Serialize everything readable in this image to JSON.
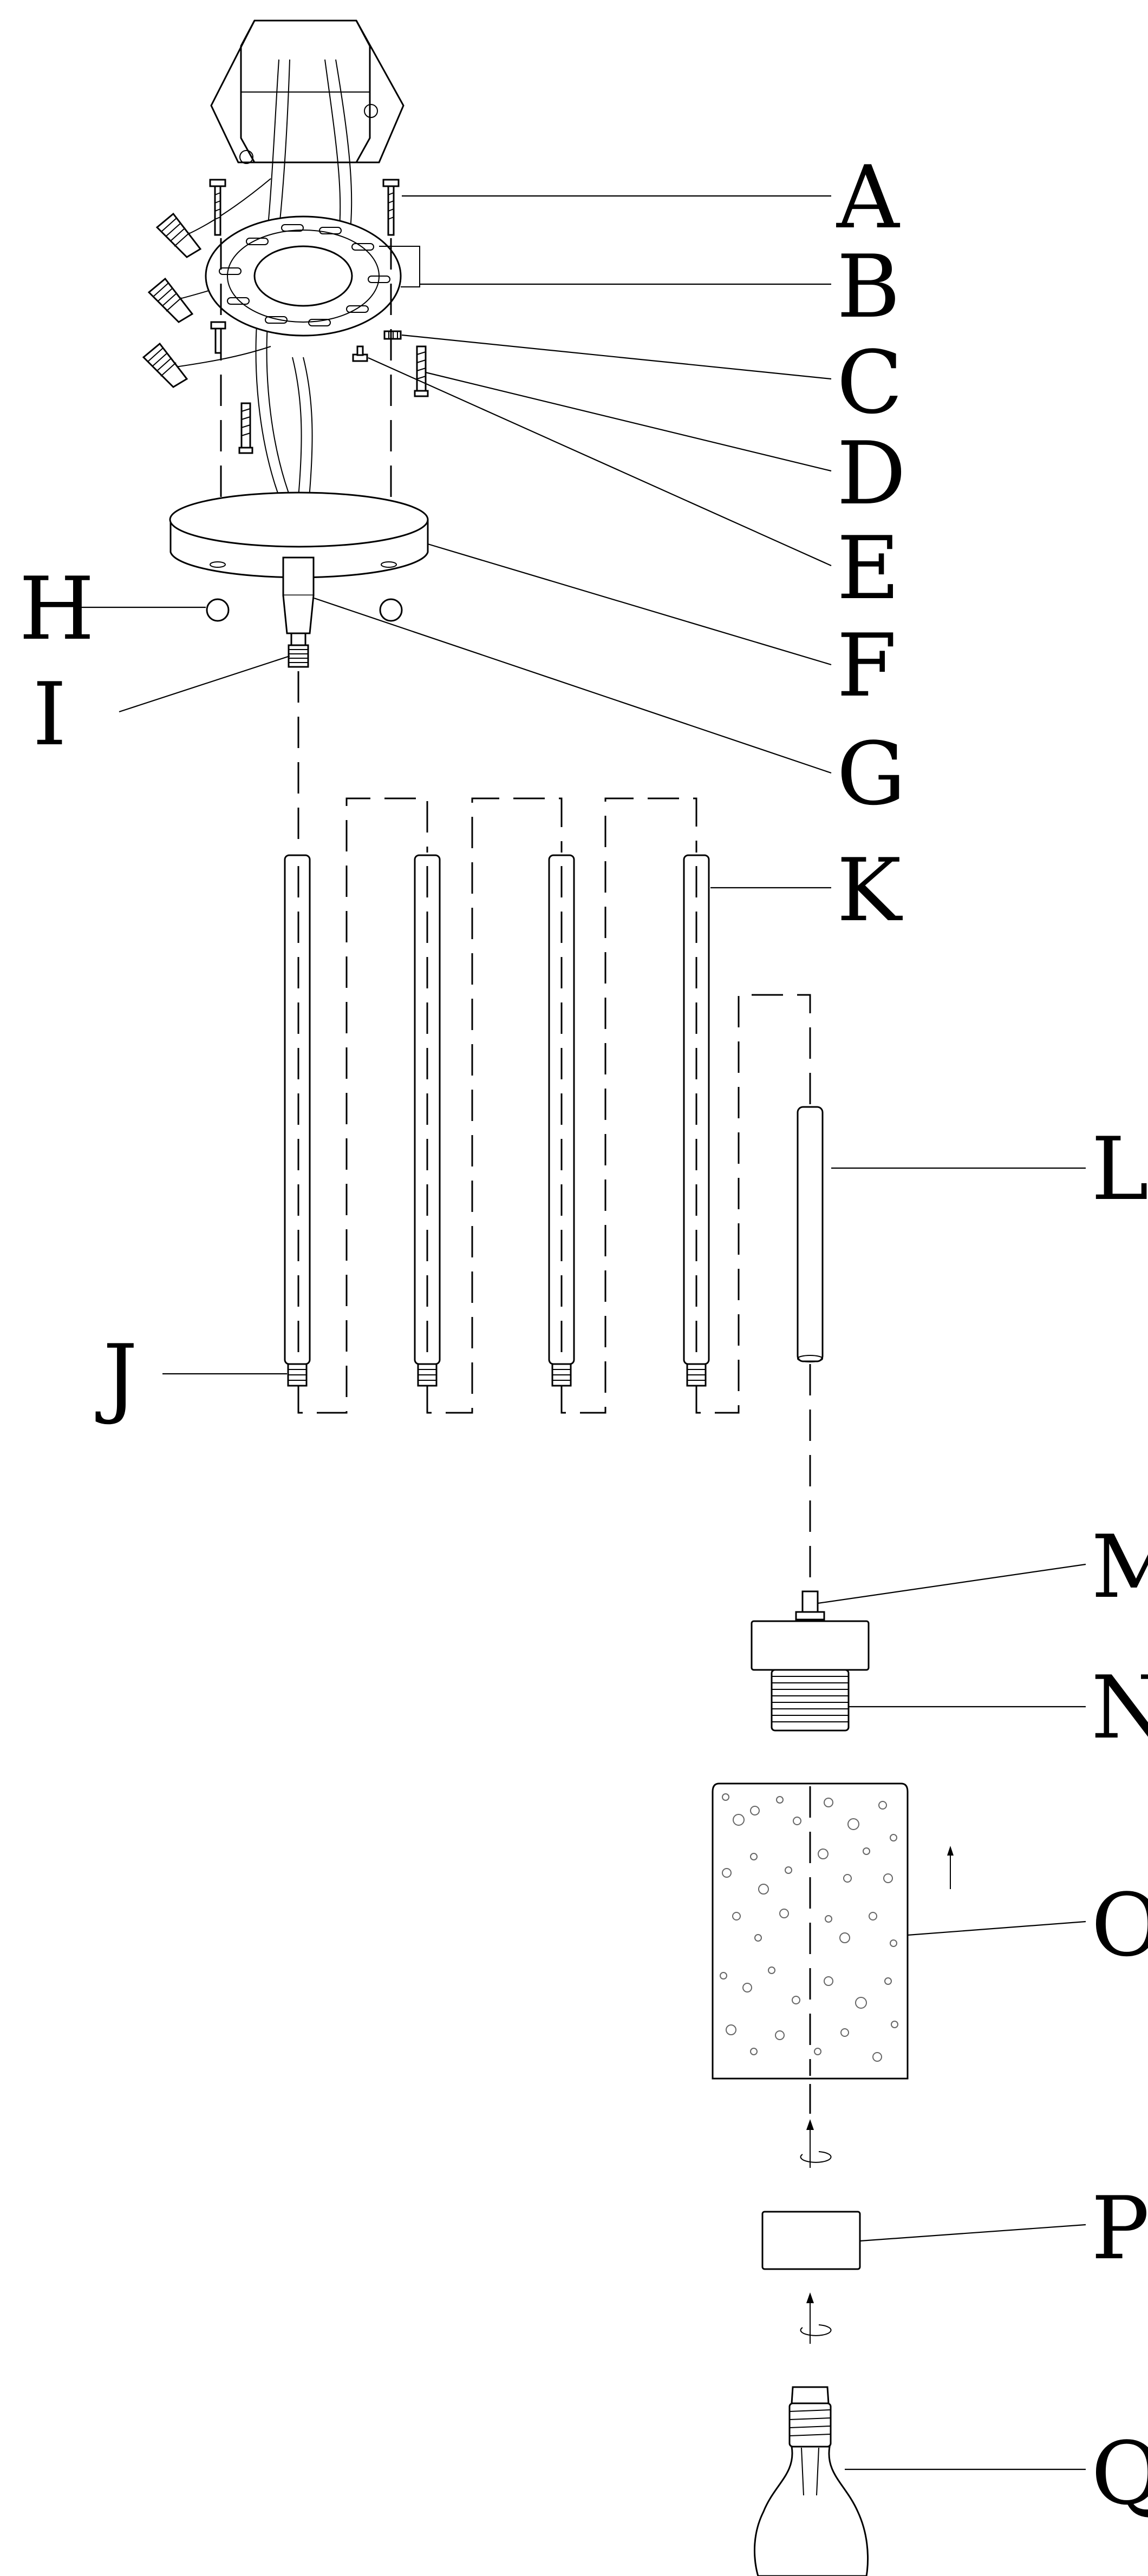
{
  "diagram": {
    "labels": {
      "A": "A",
      "B": "B",
      "C": "C",
      "D": "D",
      "E": "E",
      "F": "F",
      "G": "G",
      "H": "H",
      "I": "I",
      "J": "J",
      "K": "K",
      "L": "L",
      "M": "M",
      "N": "N",
      "O": "O",
      "P": "P",
      "Q": "Q"
    }
  }
}
